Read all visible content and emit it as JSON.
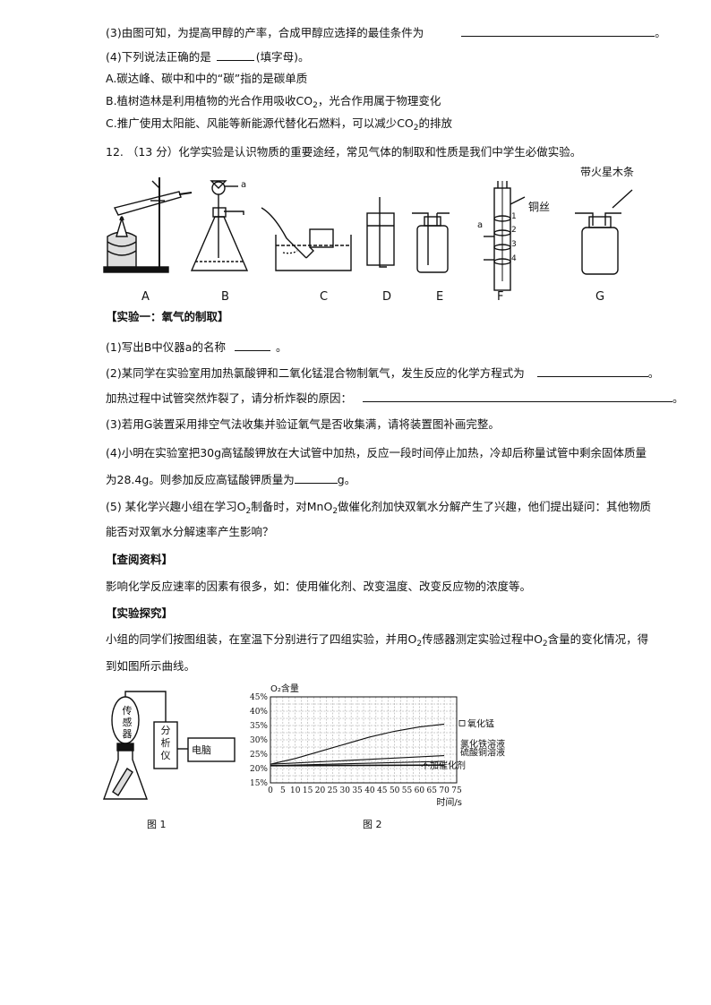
{
  "q11": {
    "p3_text": "(3)由图可知，为提高甲醇的产率，合成甲醇应选择的最佳条件为",
    "p3_end": "。",
    "p4_text": "(4)下列说法正确的是",
    "p4_end": "(填字母)。",
    "optA": "A.碳达峰、碳中和中的“碳”指的是碳单质",
    "optB_a": "B.植树造林是利用植物的光合作用吸收CO",
    "optB_sub": "2",
    "optB_b": "，光合作用属于物理变化",
    "optC_a": "C.推广使用太阳能、风能等新能源代替化石燃料，可以减少CO",
    "optC_sub": "2",
    "optC_b": "的排放"
  },
  "q12": {
    "intro": "12. （13 分）化学实验是认识物质的重要途经，常见气体的制取和性质是我们中学生必做实验。",
    "annot_splint": "带火星木条",
    "annot_copper": "铜丝",
    "annot_a_B": "a",
    "annot_a_F": "a",
    "f_nums": [
      "1",
      "2",
      "3",
      "4"
    ],
    "apparatus_labels": [
      "A",
      "B",
      "C",
      "D",
      "E",
      "F",
      "G"
    ],
    "exp1_title": "【实验一：氧气的制取】",
    "p1_text": "(1)写出B中仪器a的名称",
    "p1_end": "。",
    "p2_text": "(2)某同学在实验室用加热氯酸钾和二氧化锰混合物制氧气，发生反应的化学方程式为",
    "p2_end": "。",
    "p2b_text": "加热过程中试管突然炸裂了，请分析炸裂的原因：",
    "p2b_end": "。",
    "p3": "(3)若用G装置采用排空气法收集并验证氧气是否收集满，请将装置图补画完整。",
    "p4_line1": "(4)小明在实验室把30g高锰酸钾放在大试管中加热，反应一段时间停止加热，冷却后称量试管中剩余固体质量",
    "p4_line2a": "为28.4g。则参加反应高锰酸钾质量为",
    "p4_line2b": "g。",
    "p5_line1a": "(5) 某化学兴趣小组在学习O",
    "p5_sub1": "2",
    "p5_line1b": "制备时，对MnO",
    "p5_sub2": "2",
    "p5_line1c": "做催化剂加快双氧水分解产生了兴趣，他们提出疑问：其他物质",
    "p5_line2": "能否对双氧水分解速率产生影响？",
    "info_title": "【查阅资料】",
    "info_text": "影响化学反应速率的因素有很多，如：使用催化剂、改变温度、改变反应物的浓度等。",
    "explore_title": "【实验探究】",
    "explore_line1a": "小组的同学们按图组装，在室温下分别进行了四组实验，并用O",
    "explore_sub1": "2",
    "explore_line1b": "传感器测定实验过程中O",
    "explore_sub2": "2",
    "explore_line1c": "含量的变化情况，得",
    "explore_line2": "到如图所示曲线。",
    "fig1": {
      "sensor": [
        "传",
        "感",
        "器"
      ],
      "analyzer": [
        "分",
        "析",
        "仪"
      ],
      "computer": "电脑",
      "caption": "图 1"
    },
    "fig2_caption": "图 2"
  },
  "chart_data": {
    "type": "line",
    "ylabel": "O₂含量",
    "xlabel": "时间/s",
    "y_ticks": [
      "45%",
      "40%",
      "35%",
      "30%",
      "25%",
      "20%",
      "15%"
    ],
    "x_ticks": [
      "0",
      "5",
      "10",
      "15",
      "20",
      "25",
      "30",
      "35",
      "40",
      "45",
      "50",
      "55",
      "60",
      "65",
      "70",
      "75"
    ],
    "xlim": [
      0,
      75
    ],
    "ylim": [
      15,
      45
    ],
    "grid": true,
    "series": [
      {
        "name": "氧化锰",
        "x": [
          0,
          10,
          20,
          30,
          40,
          50,
          60,
          70
        ],
        "y": [
          21.5,
          23.5,
          26,
          28.5,
          31,
          33,
          34.5,
          35.5
        ]
      },
      {
        "name": "氯化铁溶液",
        "x": [
          0,
          70
        ],
        "y": [
          21.5,
          24.5
        ]
      },
      {
        "name": "硫酸铜溶液",
        "x": [
          0,
          70
        ],
        "y": [
          21,
          22.5
        ]
      },
      {
        "name": "不加催化剂",
        "x": [
          0,
          70
        ],
        "y": [
          21,
          21.2
        ]
      }
    ]
  }
}
